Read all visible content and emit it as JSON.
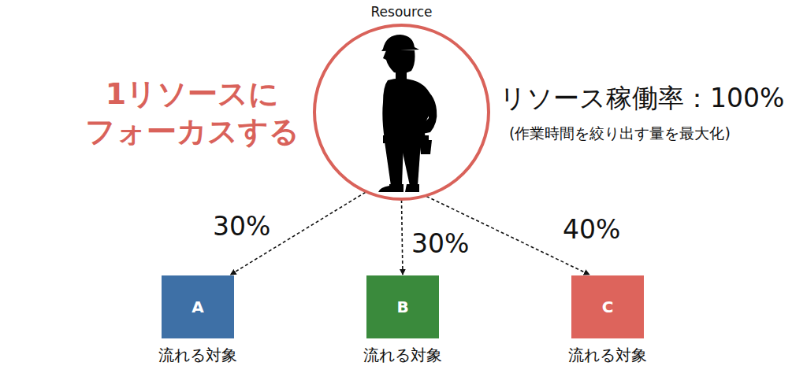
{
  "diagram": {
    "nodes": [
      {
        "text": [
          "Resource"
        ]
      },
      {
        "text": [
          "A",
          "流れる対象"
        ]
      },
      {
        "text": [
          "B",
          "流れる対象"
        ]
      },
      {
        "text": [
          "C",
          "流れる対象"
        ]
      }
    ],
    "edges": [
      {
        "from": 0,
        "to": 1,
        "arrow": "to",
        "label": "30%"
      },
      {
        "from": 0,
        "to": 2,
        "arrow": "to",
        "label": "30%"
      },
      {
        "from": 0,
        "to": 3,
        "arrow": "to",
        "label": "40%"
      }
    ],
    "labels": [
      "1リソースに フォーカスする",
      "リソース稼働率：100%",
      "(作業時間を絞り出す量を最大化)"
    ]
  }
}
